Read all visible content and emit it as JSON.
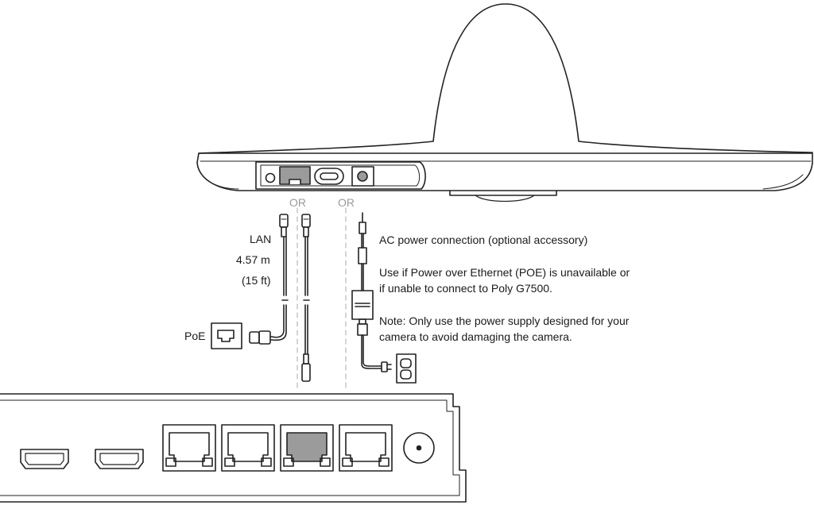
{
  "labels": {
    "or_left": "OR",
    "or_right": "OR",
    "lan": "LAN",
    "length_m": "4.57 m",
    "length_ft": "(15 ft)",
    "poe": "PoE"
  },
  "notes": {
    "ac_title": "AC power connection (optional accessory)",
    "poe_line1": "Use if Power over Ethernet (POE) is unavailable or",
    "poe_line2": "if unable to connect to Poly G7500.",
    "note_line1": "Note: Only use the power supply designed for your",
    "note_line2": "camera to avoid damaging the camera."
  }
}
